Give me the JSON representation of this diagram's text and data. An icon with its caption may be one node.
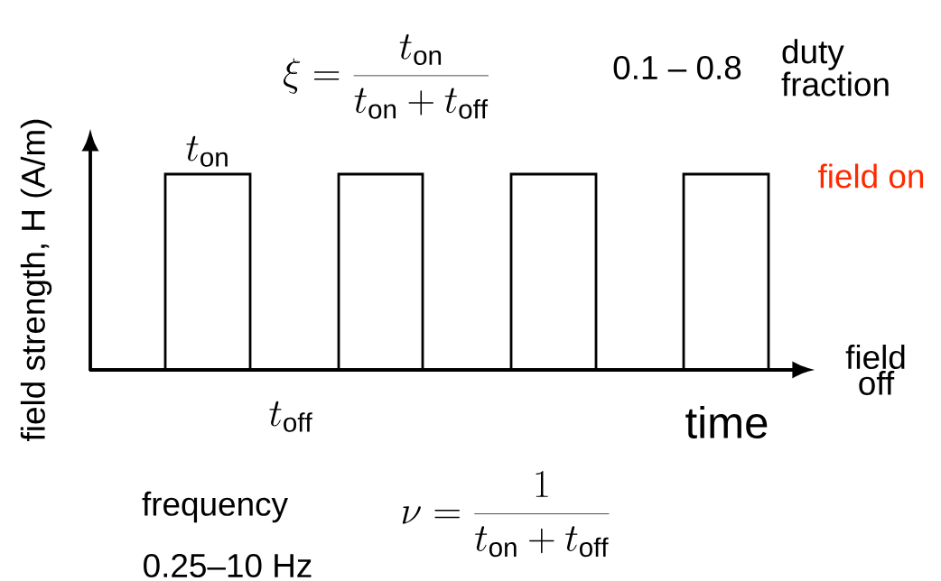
{
  "diagram": {
    "labels": [
      "\\xi = \\frac{t_{\\mathrm{on}}}{t_{\\mathrm{on}}+t_{\\mathrm{off}}}",
      "0.1 – 0.8",
      "duty fraction",
      "t_{\\mathrm{on}}",
      "field on",
      "field strength, H (A/m)",
      "field off",
      "t_{\\mathrm{off}}",
      "time",
      "frequency",
      "\\nu = \\frac{1}{t_{\\mathrm{on}}+t_{\\mathrm{off}}}",
      "0.25–10 Hz"
    ]
  }
}
